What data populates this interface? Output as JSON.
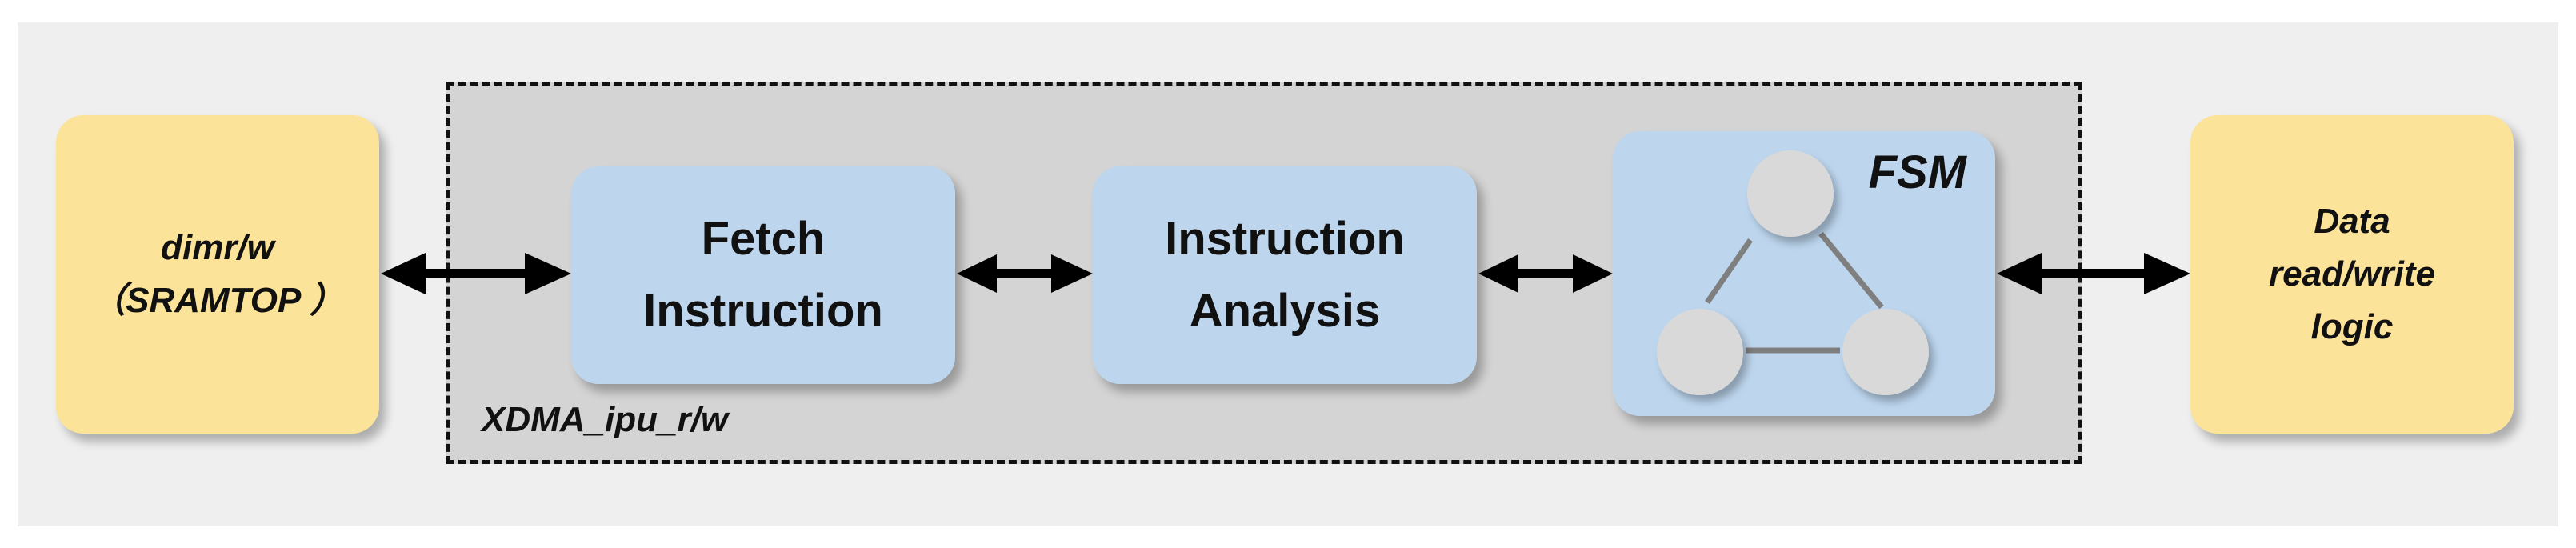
{
  "blocks": {
    "left": {
      "line1": "dimr/w",
      "line2": "（SRAMTOP ）"
    },
    "fetch": {
      "line1": "Fetch",
      "line2": "Instruction"
    },
    "analysis": {
      "line1": "Instruction",
      "line2": "Analysis"
    },
    "fsm": {
      "title": "FSM"
    },
    "right": {
      "line1": "Data",
      "line2": "read/write",
      "line3": "logic"
    }
  },
  "group_label": "XDMA_ipu_r/w",
  "colors": {
    "outer_background": "#efefef",
    "group_background": "#d4d4d4",
    "memory_block": "#fce39a",
    "logic_block": "#bdd6ee",
    "fsm_state": "#d9d9d9",
    "arrow": "#000000"
  },
  "icons": [
    "double-arrow-icon",
    "fsm-state-icon"
  ]
}
